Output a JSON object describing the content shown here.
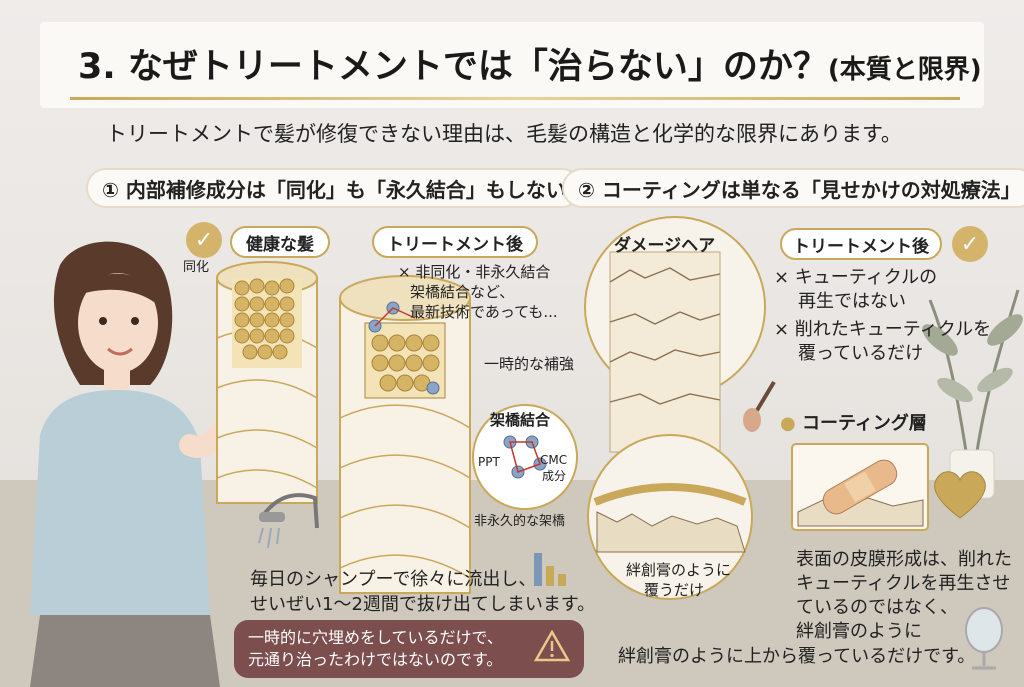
{
  "header": {
    "title": "3. なぜトリートメントでは「治らない」のか？",
    "title_suffix": "(本質と限界)",
    "intro": "トリートメントで髪が修復できない理由は、毛髪の構造と化学的な限界にあります。"
  },
  "left_section": {
    "heading": "① 内部補修成分は「同化」も「永久結合」もしない",
    "check_label": "同化",
    "healthy_label": "健康な髪",
    "after_label": "トリートメント後",
    "note_lines": [
      "× 非同化・非永久結合",
      "架橋結合など、",
      "最新技術であっても..."
    ],
    "temp_label": "一時的な補強",
    "crosslink_label": "架橋結合",
    "ppt_label": "PPT",
    "cmc_label": "CMC",
    "cmc_sub": "成分",
    "nonpermanent_label": "非永久的な架橋",
    "washout_lines": [
      "毎日のシャンプーで徐々に流出し、",
      "せいぜい1〜2週間で抜け出てしまいます。"
    ],
    "warning_lines": [
      "一時的に穴埋めをしているだけで、",
      "元通り治ったわけではないのです。"
    ]
  },
  "right_section": {
    "heading": "② コーティングは単なる「見せかけの対処療法」",
    "damage_label": "ダメージヘア",
    "after_label": "トリートメント後",
    "note1_lines": [
      "× キューティクルの",
      "再生ではない"
    ],
    "note2_lines": [
      "× 削れたキューティクルを",
      "覆っているだけ"
    ],
    "coating_label": "コーティング層",
    "bandage_lines": [
      "絆創膏のように",
      "覆うだけ"
    ],
    "summary_lines": [
      "表面の皮膜形成は、削れた",
      "キューティクルを再生させ",
      "ているのではなく、",
      "絆創膏のように",
      "絆創膏のように上から覆っているだけです。"
    ]
  },
  "colors": {
    "gold": "#c9a85a",
    "warning_bg": "#7c4e4e",
    "hair": "#5a3a2a"
  },
  "icons": [
    "check-icon",
    "shower-icon",
    "warning-icon",
    "bar-chart-icon",
    "brush-icon",
    "heart-icon",
    "mirror-icon",
    "bandage-icon",
    "plant-icon"
  ]
}
